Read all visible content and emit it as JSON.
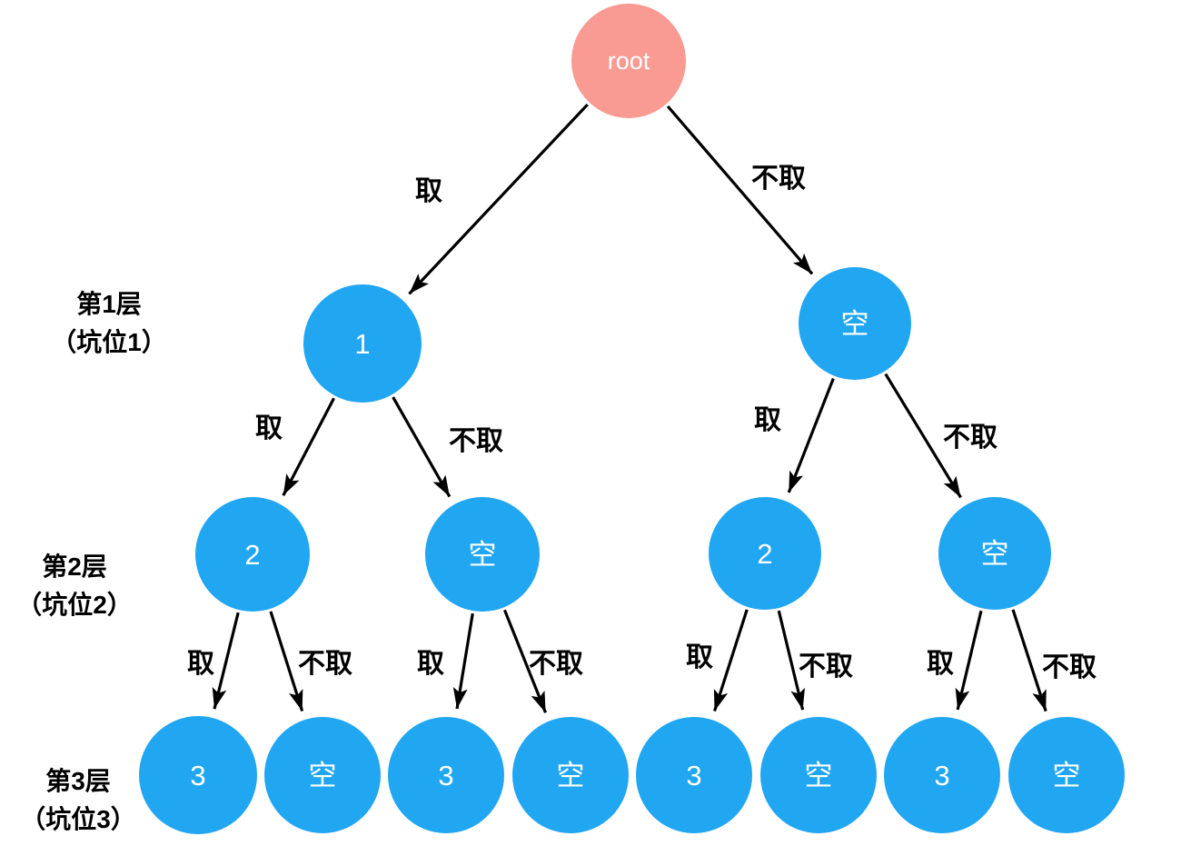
{
  "diagram": {
    "colors": {
      "root_fill": "#F99B92",
      "node_fill": "#21A6F2",
      "node_text": "#FFFFFF",
      "edge_stroke": "#000000",
      "label_text": "#000000"
    },
    "level_labels": [
      {
        "line1": "第1层",
        "line2": "（坑位1）"
      },
      {
        "line1": "第2层",
        "line2": "（坑位2）"
      },
      {
        "line1": "第3层",
        "line2": "（坑位3）"
      }
    ],
    "nodes": [
      {
        "id": "root",
        "label": "root",
        "type": "root"
      },
      {
        "id": "n1",
        "label": "1",
        "type": "value"
      },
      {
        "id": "n2",
        "label": "空",
        "type": "empty"
      },
      {
        "id": "n3",
        "label": "2",
        "type": "value"
      },
      {
        "id": "n4",
        "label": "空",
        "type": "empty"
      },
      {
        "id": "n5",
        "label": "2",
        "type": "value"
      },
      {
        "id": "n6",
        "label": "空",
        "type": "empty"
      },
      {
        "id": "n7",
        "label": "3",
        "type": "value"
      },
      {
        "id": "n8",
        "label": "空",
        "type": "empty"
      },
      {
        "id": "n9",
        "label": "3",
        "type": "value"
      },
      {
        "id": "n10",
        "label": "空",
        "type": "empty"
      },
      {
        "id": "n11",
        "label": "3",
        "type": "value"
      },
      {
        "id": "n12",
        "label": "空",
        "type": "empty"
      },
      {
        "id": "n13",
        "label": "3",
        "type": "value"
      },
      {
        "id": "n14",
        "label": "空",
        "type": "empty"
      }
    ],
    "edges": [
      {
        "from": "root",
        "to": "n1",
        "label": "取"
      },
      {
        "from": "root",
        "to": "n2",
        "label": "不取"
      },
      {
        "from": "n1",
        "to": "n3",
        "label": "取"
      },
      {
        "from": "n1",
        "to": "n4",
        "label": "不取"
      },
      {
        "from": "n2",
        "to": "n5",
        "label": "取"
      },
      {
        "from": "n2",
        "to": "n6",
        "label": "不取"
      },
      {
        "from": "n3",
        "to": "n7",
        "label": "取"
      },
      {
        "from": "n3",
        "to": "n8",
        "label": "不取"
      },
      {
        "from": "n4",
        "to": "n9",
        "label": "取"
      },
      {
        "from": "n4",
        "to": "n10",
        "label": "不取"
      },
      {
        "from": "n5",
        "to": "n11",
        "label": "取"
      },
      {
        "from": "n5",
        "to": "n12",
        "label": "不取"
      },
      {
        "from": "n6",
        "to": "n13",
        "label": "取"
      },
      {
        "from": "n6",
        "to": "n14",
        "label": "不取"
      }
    ]
  }
}
